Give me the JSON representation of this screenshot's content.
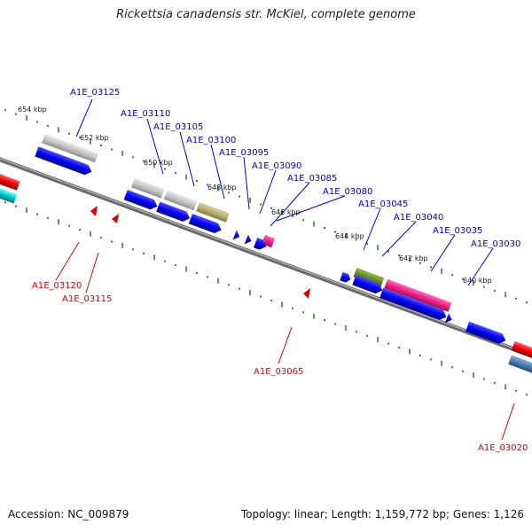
{
  "title": "Rickettsia canadensis str. McKiel, complete genome",
  "footer": {
    "accession": "Accession: NC_009879",
    "summary": "Topology: linear; Length: 1,159,772 bp; Genes: 1,126"
  },
  "colors": {
    "forward_label": "#0000cc",
    "reverse_label": "#dd0000",
    "axis": "#808080",
    "tick": "#2e8b2e",
    "cds_blue": "#0000ee",
    "gray_feature": "#c0c0c0",
    "olive_feature": "#b8b070",
    "magenta_feature": "#ee2288",
    "green_feature": "#6b8e23",
    "red_feature": "#ee0000",
    "cyan_feature": "#00c0c0",
    "steel_feature": "#4a7ab0"
  },
  "scale_labels": [
    "654 kbp",
    "652 kbp",
    "650 kbp",
    "648 kbp",
    "646 kbp",
    "644 kbp",
    "642 kbp",
    "640 kbp"
  ],
  "forward_genes": [
    "A1E_03125",
    "A1E_03110",
    "A1E_03105",
    "A1E_03100",
    "A1E_03095",
    "A1E_03090",
    "A1E_03085",
    "A1E_03080",
    "A1E_03045",
    "A1E_03040",
    "A1E_03035",
    "A1E_03030"
  ],
  "reverse_genes": [
    "A1E_03120",
    "A1E_03115",
    "A1E_03065",
    "A1E_03020"
  ]
}
